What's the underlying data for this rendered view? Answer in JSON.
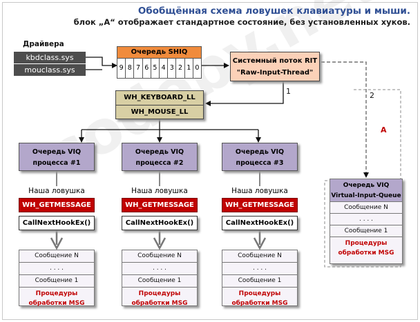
{
  "title": {
    "line1": "Обобщённая схема ловушек клавиатуры и мыши.",
    "line2": "блок „A“ отображает стандартное состояние, без установленных хуков."
  },
  "drivers": {
    "label": "Драйвера",
    "items": [
      "kbdclass.sys",
      "mouclass.sys"
    ]
  },
  "shiq": {
    "label": "Очередь SHIQ",
    "cells": [
      "9",
      "8",
      "7",
      "6",
      "5",
      "4",
      "3",
      "2",
      "1",
      "0"
    ]
  },
  "rit": {
    "line1": "Системный поток RIT",
    "line2": "\"Raw-Input-Thread\""
  },
  "ll_hooks": [
    "WH_KEYBOARD_LL",
    "WH_MOUSE_LL"
  ],
  "path_labels": {
    "one": "1",
    "two": "2",
    "block": "A"
  },
  "processes": [
    {
      "viq_line1": "Очередь VIQ",
      "viq_line2": "процесса #1",
      "our_hook": "Наша ловушка",
      "getmessage": "WH_GETMESSAGE",
      "callnext": "CallNextHookEx()",
      "messages": [
        "Сообщение N",
        ". . . .",
        "Сообщение 1"
      ],
      "proc_line1": "Процедуры",
      "proc_line2": "обработки MSG"
    },
    {
      "viq_line1": "Очередь VIQ",
      "viq_line2": "процесса #2",
      "our_hook": "Наша ловушка",
      "getmessage": "WH_GETMESSAGE",
      "callnext": "CallNextHookEx()",
      "messages": [
        "Сообщение N",
        ". . . .",
        "Сообщение 1"
      ],
      "proc_line1": "Процедуры",
      "proc_line2": "обработки MSG"
    },
    {
      "viq_line1": "Очередь VIQ",
      "viq_line2": "процесса #3",
      "our_hook": "Наша ловушка",
      "getmessage": "WH_GETMESSAGE",
      "callnext": "CallNextHookEx()",
      "messages": [
        "Сообщение N",
        ". . . .",
        "Сообщение 1"
      ],
      "proc_line1": "Процедуры",
      "proc_line2": "обработки MSG"
    }
  ],
  "viq_default": {
    "head_line1": "Очередь VIQ",
    "head_line2": "Virtual-Input-Queue",
    "messages": [
      "Сообщение N",
      ". . . .",
      "Сообщение 1"
    ],
    "proc_line1": "Процедуры",
    "proc_line2": "обработки MSG"
  },
  "watermark": "codeby.net",
  "colors": {
    "title": "#2f4f94",
    "driver_bg": "#4d4d4d",
    "shiq_head": "#f08b3c",
    "rit_bg": "#fbd1b8",
    "ll_hook_bg": "#d8cfa4",
    "viq_bg": "#b3a7cb",
    "getmessage_bg": "#c00000",
    "proc_text": "#c00000"
  }
}
